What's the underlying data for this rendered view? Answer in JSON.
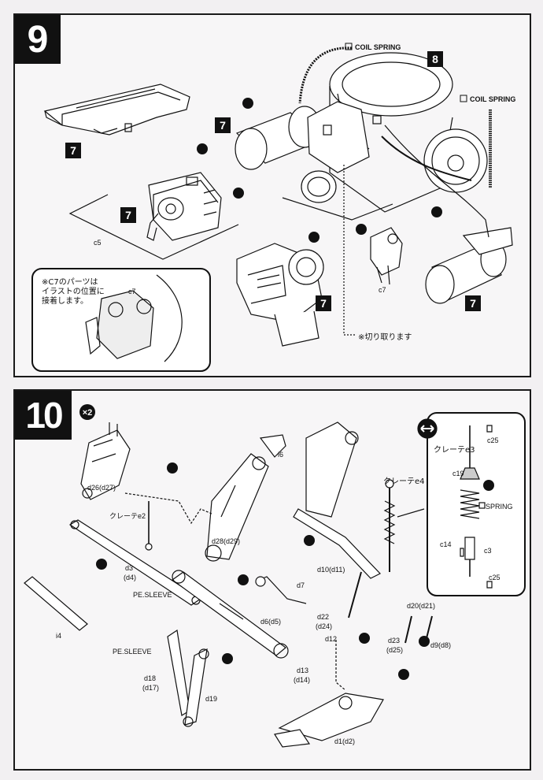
{
  "step9": {
    "number": "9",
    "coil_spring_top": "COIL SPRING",
    "coil_spring_right": "COIL SPRING",
    "badge_8": "8",
    "badge_7": "7",
    "label_c5": "c5",
    "label_c7": "c7",
    "label_c7_inset": "c7",
    "inset_note_line1": "※C7のパーツは",
    "inset_note_line2": "イラストの位置に",
    "inset_note_line3": "接着します。",
    "cut_note": "※切り取ります"
  },
  "step10": {
    "number": "10",
    "multiplier": "×2",
    "labels": {
      "d26": "d26(d27)",
      "i6": "i6",
      "crete_e2": "クレーテe2",
      "crete_e4": "クレーテe4",
      "crete_e3": "クレーテe3",
      "d28": "d28(d29)",
      "d3": "d3",
      "d4": "(d4)",
      "pe_sleeve_1": "PE.SLEEVE",
      "pe_sleeve_2": "PE.SLEEVE",
      "d7": "d7",
      "d6": "d6(d5)",
      "i4": "i4",
      "d10": "d10(d11)",
      "d22": "d22",
      "d24": "(d24)",
      "d12": "d12",
      "d13": "d13",
      "d14": "(d14)",
      "d20": "d20(d21)",
      "d9": "d9(d8)",
      "d23": "d23",
      "d25": "(d25)",
      "d18": "d18",
      "d17": "(d17)",
      "d19": "d19",
      "d1": "d1(d2)",
      "c25_top": "c25",
      "c25_bottom": "c25",
      "c19": "c19",
      "spring": "SPRING",
      "c14": "c14",
      "c3": "c3"
    }
  }
}
